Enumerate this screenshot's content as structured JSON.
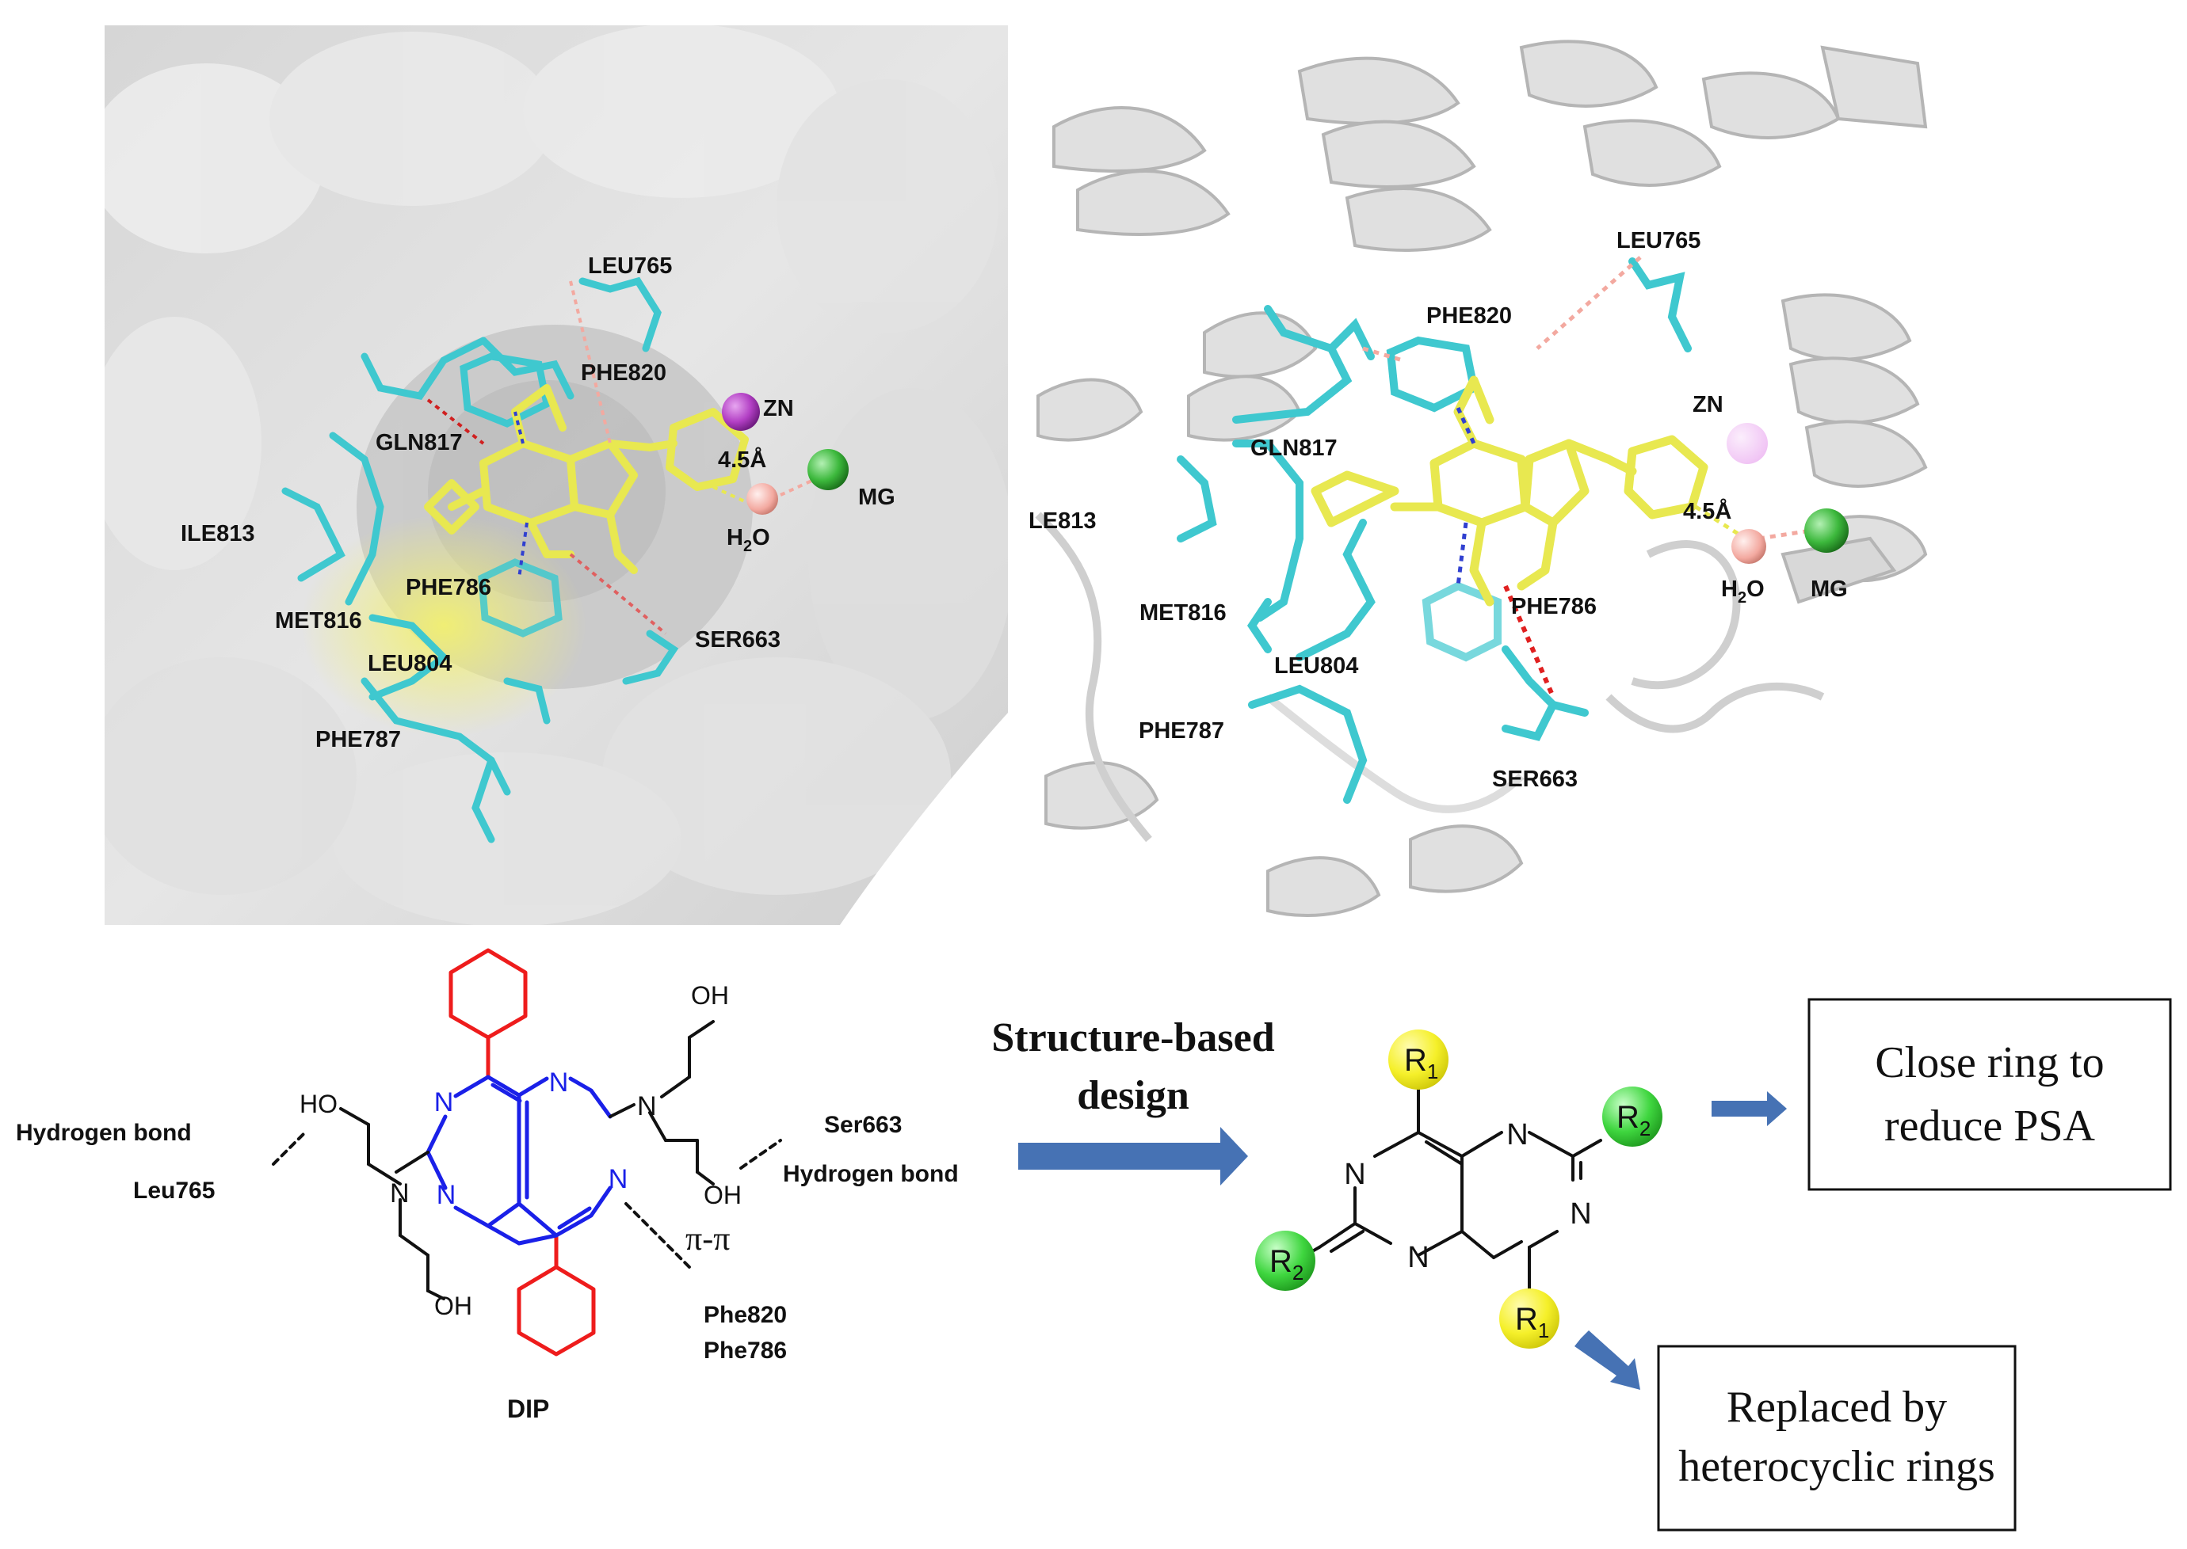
{
  "panel_left": {
    "labels": {
      "leu765": "LEU765",
      "phe820": "PHE820",
      "zn": "ZN",
      "gln817": "GLN817",
      "distance": "4.5Å",
      "mg": "MG",
      "ile813": "ILE813",
      "water": "H",
      "water_sub": "2",
      "water_o": "O",
      "phe786": "PHE786",
      "met816": "MET816",
      "ser663": "SER663",
      "leu804": "LEU804",
      "phe787": "PHE787"
    }
  },
  "panel_right": {
    "labels": {
      "leu765": "LEU765",
      "phe820": "PHE820",
      "zn": "ZN",
      "gln817": "GLN817",
      "ile813": "ILE813",
      "distance": "4.5Å",
      "met816": "MET816",
      "phe786": "PHE786",
      "water": "H",
      "water_sub": "2",
      "water_o": "O",
      "mg": "MG",
      "leu804": "LEU804",
      "phe787": "PHE787",
      "ser663": "SER663"
    }
  },
  "dip": {
    "name": "DIP",
    "oh": "OH",
    "ho": "HO",
    "n": "N",
    "left_interaction": "Hydrogen bond",
    "left_residue": "Leu765",
    "right_residue": "Ser663",
    "right_interaction": "Hydrogen bond",
    "pi_pi": "π-π",
    "pi_residue_1": "Phe820",
    "pi_residue_2": "Phe786"
  },
  "arrow_label": {
    "line1": "Structure-based",
    "line2": "design"
  },
  "scaffold": {
    "r": "R",
    "sub1": "1",
    "sub2": "2",
    "n": "N"
  },
  "boxes": {
    "box1_line1": "Close ring to",
    "box1_line2": "reduce PSA",
    "box2_line1": "Replaced by",
    "box2_line2": "heterocyclic rings"
  },
  "colors": {
    "carbon_ligand": "#e8e850",
    "carbon_residue": "#3fc8cf",
    "zinc": "#b23fc4",
    "magnesium": "#3cb83c",
    "water": "#f3a9a0",
    "core_blue": "#1a20e8",
    "piperidine_red": "#ee1c1c",
    "arrow_blue": "#4672b4",
    "title_blue": "#2f4f7f",
    "r1_yellow": "#f5f02a",
    "r2_green": "#3fd63f"
  }
}
